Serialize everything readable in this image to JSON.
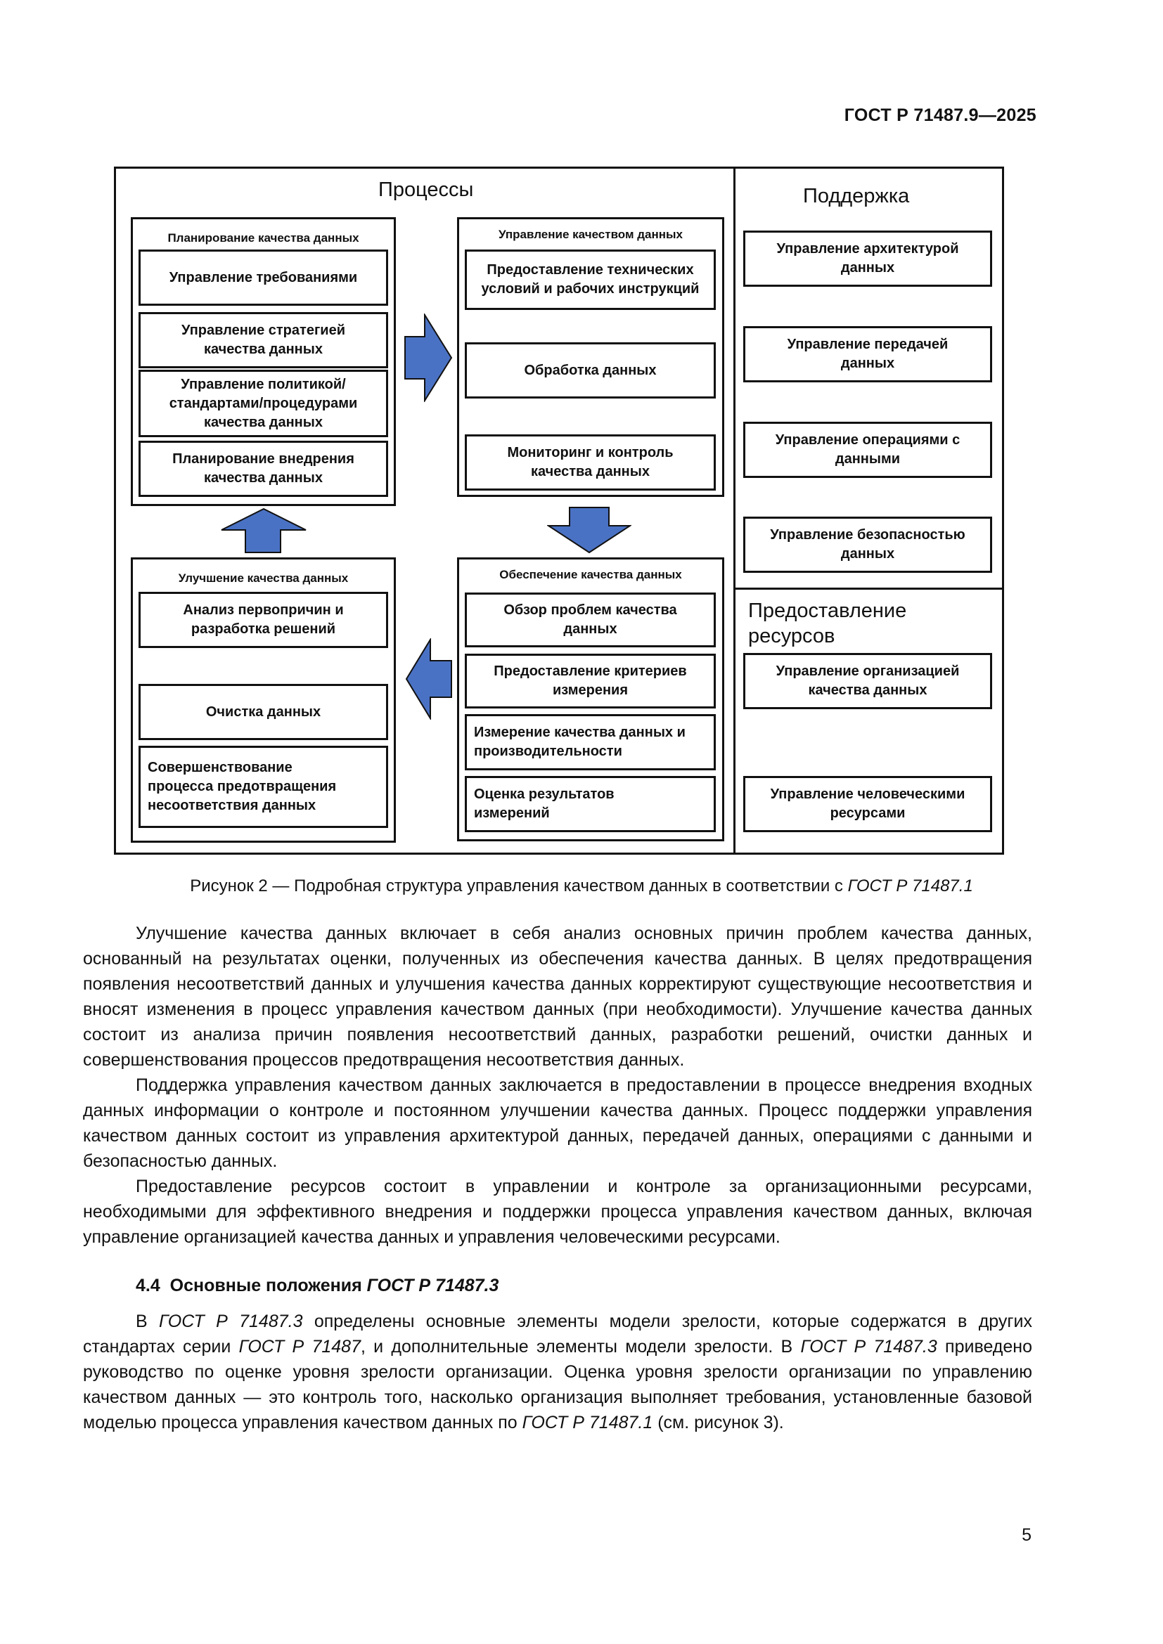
{
  "header": {
    "doc_code": "ГОСТ Р 71487.9—2025"
  },
  "figure": {
    "processes_title": "Процессы",
    "support_title": "Поддержка",
    "resources_title": "Предоставление\nресурсов",
    "planning": {
      "title": "Планирование качества данных",
      "items": [
        "Управление требованиями",
        "Управление стратегией\nкачества данных",
        "Управление политикой/\nстандартами/процедурами\nкачества данных",
        "Планирование внедрения\nкачества данных"
      ]
    },
    "control": {
      "title": "Управление качеством данных",
      "items": [
        "Предоставление технических\nусловий и рабочих инструкций",
        "Обработка данных",
        "Мониторинг и контроль\nкачества данных"
      ]
    },
    "improvement": {
      "title": "Улучшение качества данных",
      "items": [
        "Анализ первопричин и\nразработка решений",
        "Очистка данных",
        "Совершенствование\nпроцесса предотвращения\nнесоответствия данных"
      ]
    },
    "assurance": {
      "title": "Обеспечение качества данных",
      "items": [
        "Обзор проблем качества\nданных",
        "Предоставление критериев\nизмерения",
        "Измерение качества данных и\nпроизводительности",
        "Оценка результатов\nизмерений"
      ]
    },
    "support_items": [
      "Управление архитектурой\nданных",
      "Управление передачей\nданных",
      "Управление операциями с\nданными",
      "Управление безопасностью\nданных"
    ],
    "resources_items": [
      "Управление организацией\nкачества данных",
      "Управление человеческими\nресурсами"
    ],
    "arrow_color": "#4a72c4"
  },
  "caption": {
    "text": "Рисунок 2 — Подробная структура управления качеством данных в соответствии с ",
    "ref": "ГОСТ Р 71487.1"
  },
  "paragraphs": [
    "Улучшение качества данных включает в себя анализ основных причин проблем качества данных, основанный на результатах оценки, полученных из обеспечения качества данных. В целях предотвращения появления несоответствий данных и улучшения качества данных корректируют существующие несоответствия и вносят изменения в процесс управления качеством данных (при необходимости). Улучшение качества данных состоит из анализа причин появления несоответствий данных, разработки решений, очистки данных и совершенствования процессов предотвращения несоответствия данных.",
    "Поддержка управления качеством данных заключается в предоставлении в процессе внедрения входных данных информации о контроле и постоянном улучшении качества данных. Процесс поддержки управления качеством данных состоит из управления архитектурой данных, передачей данных, операциями с данными и безопасностью данных.",
    "Предоставление ресурсов состоит в управлении и контроле за организационными ресурсами, необходимыми для эффективного внедрения и поддержки процесса управления качеством данных, включая управление организацией качества данных и управления человеческими ресурсами."
  ],
  "section": {
    "number": "4.4",
    "title": "Основные положения ",
    "ref": "ГОСТ Р 71487.3"
  },
  "section_paragraph": {
    "parts": [
      "В ",
      "ГОСТ Р 71487.3",
      " определены основные элементы модели зрелости, которые содержатся в других стандартах серии ",
      "ГОСТ Р 71487",
      ", и дополнительные элементы модели зрелости. В ",
      "ГОСТ Р 71487.3",
      " приведено руководство по оценке уровня зрелости организации. Оценка уровня зрелости организации по управлению качеством данных — это контроль того, насколько организация выполняет требования, установленные базовой моделью процесса управления качеством данных по ",
      "ГОСТ Р 71487.1",
      " (см. рисунок 3)."
    ]
  },
  "page_number": "5"
}
